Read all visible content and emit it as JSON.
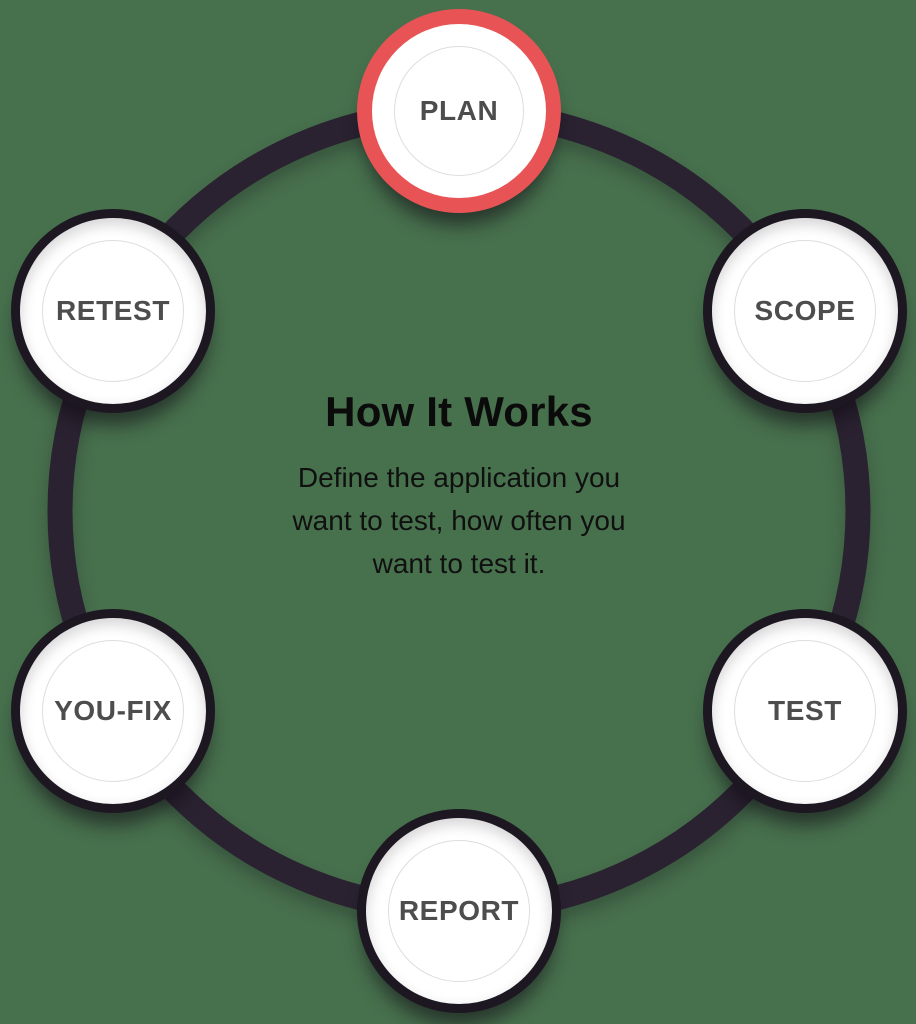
{
  "diagram": {
    "kind": "circular-process",
    "background_color": "#47704D",
    "ring_color": "#2A2230",
    "node_ring_color": "#1D1722",
    "active_ring_color": "#E85456",
    "label_color": "#4D4D4D",
    "inner_circle_color": "#DDDDDD"
  },
  "center": {
    "title": "How It Works",
    "subtitle_lines": {
      "0": "Define the application you",
      "1": "want to test, how often you",
      "2": "want to test it."
    }
  },
  "steps": {
    "0": {
      "id": "plan",
      "label": "PLAN",
      "active": true
    },
    "1": {
      "id": "scope",
      "label": "SCOPE",
      "active": false
    },
    "2": {
      "id": "test",
      "label": "TEST",
      "active": false
    },
    "3": {
      "id": "report",
      "label": "REPORT",
      "active": false
    },
    "4": {
      "id": "you-fix",
      "label": "YOU-FIX",
      "active": false
    },
    "5": {
      "id": "retest",
      "label": "RETEST",
      "active": false
    }
  }
}
